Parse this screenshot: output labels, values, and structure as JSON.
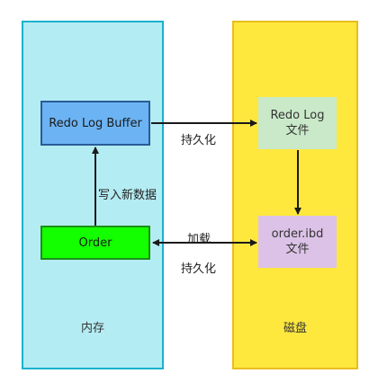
{
  "panels": {
    "memory": {
      "label": "内存"
    },
    "disk": {
      "label": "磁盘"
    }
  },
  "nodes": {
    "redo_log_buffer": {
      "label": "Redo Log Buffer"
    },
    "order": {
      "label": "Order"
    },
    "redo_log_file": {
      "line1": "Redo Log",
      "line2": "文件"
    },
    "order_ibd": {
      "line1": "order.ibd",
      "line2": "文件"
    }
  },
  "edges": {
    "buffer_to_file": {
      "label": "持久化"
    },
    "order_to_buffer": {
      "label": "写入新数据"
    },
    "ibd_to_order": {
      "label": "加载"
    },
    "order_to_ibd": {
      "label": "持久化"
    }
  },
  "colors": {
    "memory_fill": "#b4ecf3",
    "memory_border": "#19b2cc",
    "disk_fill": "#ffe83d",
    "disk_border": "#e8bd1e",
    "buffer_fill": "#6cb3f3",
    "order_fill": "#13ff00",
    "redo_file_fill": "#c9e9c9",
    "ibd_fill": "#dcc2e7",
    "arrow": "#1a1a1a"
  }
}
